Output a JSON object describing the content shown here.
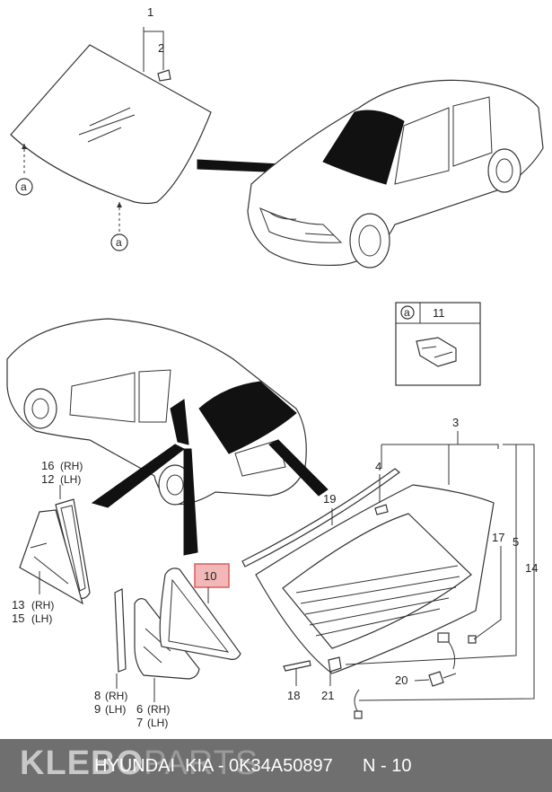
{
  "callouts": {
    "c1": "1",
    "c2": "2",
    "c3": "3",
    "c4": "4",
    "c5": "5",
    "c10": "10",
    "c11": "11",
    "c14": "14",
    "c17": "17",
    "c18": "18",
    "c19": "19",
    "c20": "20",
    "c21": "21",
    "c16": "16",
    "c12": "12",
    "c13": "13",
    "c15": "15",
    "c8": "8",
    "c9": "9",
    "c6": "6",
    "c7": "7",
    "a_top": "a",
    "a_bottom": "a",
    "a_box": "a",
    "rh": "(RH)",
    "lh": "(LH)"
  },
  "highlight": {
    "part": "10",
    "color": "#e05a5a",
    "fill": "#f2b8b8"
  },
  "footer": {
    "brand_bold": "KLEBO",
    "brand_thin": "PARTS",
    "text": "HYUNDAI  KIA - 0K34A50897      N - 10"
  }
}
